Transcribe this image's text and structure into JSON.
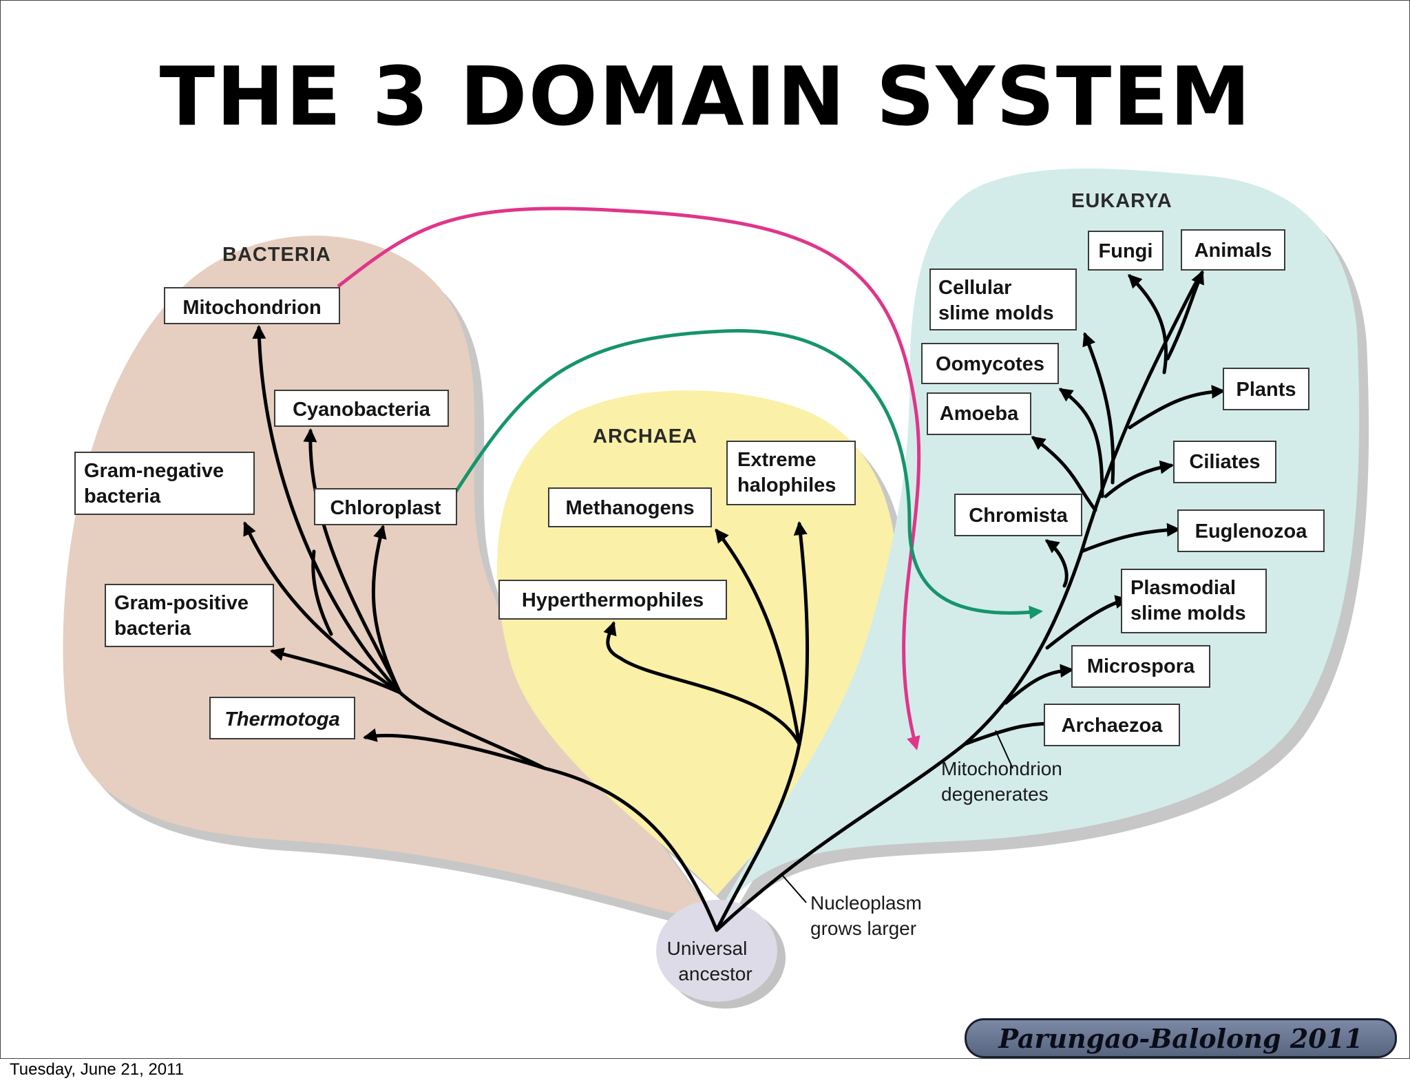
{
  "title": "THE 3 DOMAIN SYSTEM",
  "domains": {
    "bacteria": "BACTERIA",
    "archaea": "ARCHAEA",
    "eukarya": "EUKARYA"
  },
  "bacteria_labels": {
    "mitochondrion": "Mitochondrion",
    "cyanobacteria": "Cyanobacteria",
    "gram_negative": [
      "Gram-negative",
      "bacteria"
    ],
    "chloroplast": "Chloroplast",
    "gram_positive": [
      "Gram-positive",
      "bacteria"
    ],
    "thermotoga": "Thermotoga"
  },
  "archaea_labels": {
    "extreme_halophiles": [
      "Extreme",
      "halophiles"
    ],
    "methanogens": "Methanogens",
    "hyperthermophiles": "Hyperthermophiles"
  },
  "eukarya_labels": {
    "fungi": "Fungi",
    "animals": "Animals",
    "cellular_slime_molds": [
      "Cellular",
      "slime molds"
    ],
    "oomycotes": "Oomycotes",
    "plants": "Plants",
    "amoeba": "Amoeba",
    "ciliates": "Ciliates",
    "chromista": "Chromista",
    "euglenozoa": "Euglenozoa",
    "plasmodial_slime_molds": [
      "Plasmodial",
      "slime molds"
    ],
    "microspora": "Microspora",
    "archaezoa": "Archaezoa"
  },
  "annotations": {
    "mitochondrion_degenerates": [
      "Mitochondrion",
      "degenerates"
    ],
    "nucleoplasm_grows_larger": [
      "Nucleoplasm",
      "grows larger"
    ],
    "universal_ancestor": [
      "Universal",
      "ancestor"
    ]
  },
  "credit": "Parungao-Balolong 2011",
  "footer_date": "Tuesday, June 21, 2011",
  "colors": {
    "bacteria_fill": "#e6cfc0",
    "archaea_fill": "#faf0a8",
    "eukarya_fill": "#d3ecea",
    "ancestor_fill": "#dedbe9",
    "mitochondrion_transfer": "#e0358a",
    "chloroplast_transfer": "#16956a"
  }
}
